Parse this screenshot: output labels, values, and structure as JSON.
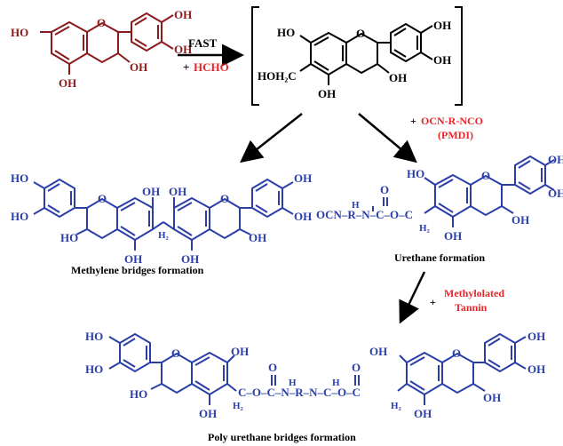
{
  "colors": {
    "red": "#8b1a1a",
    "blue": "#2b3ea8",
    "accent_red": "#e8252b",
    "black": "#000000"
  },
  "reaction1": {
    "condition_top": "FAST",
    "plus": "+",
    "reagent": "HCHO"
  },
  "reaction2": {
    "plus": "+",
    "reagent_line1": "OCN-R-NCO",
    "reagent_line2": "(PMDI)"
  },
  "reaction3": {
    "plus": "+",
    "reagent_line1": "Methylolated",
    "reagent_line2": "Tannin"
  },
  "catechin": {
    "ho_top_left": "HO",
    "oh_top_right_1": "OH",
    "oh_top_right_2": "OH",
    "oh_ring_c": "OH",
    "oh_ring_a_bottom": "OH",
    "ring_o": "O"
  },
  "intermediate": {
    "ho_left": "HO",
    "hoh2c": "HOH₂C",
    "oh_ring_a_bottom": "OH",
    "oh_ring_c": "OH",
    "oh_b1": "OH",
    "oh_b2": "OH",
    "ring_o": "O"
  },
  "methylene": {
    "ho1": "HO",
    "ho2": "HO",
    "ho3": "HO",
    "oh_a": "OH",
    "oh_b": "OH",
    "oh_c": "OH",
    "oh_d": "OH",
    "oh_e": "OH",
    "oh_f": "OH",
    "oh_g": "OH",
    "o1": "O",
    "o2": "O",
    "bridge": "H₂",
    "caption": "Methylene bridges formation"
  },
  "urethane": {
    "chain": "OCN–R–N–C–O–C",
    "nh": "H",
    "carbonyl_o": "O",
    "ch2": "H₂",
    "ho": "HO",
    "oh1": "OH",
    "oh2": "OH",
    "oh3": "OH",
    "oh4": "OH",
    "ring_o": "O",
    "caption": "Urethane formation"
  },
  "poly": {
    "chain": "C–O–C–N–R–N–C–O–C",
    "h_left": "H",
    "h_right": "H",
    "o_left": "O",
    "o_right": "O",
    "ch2_left": "H₂",
    "ch2_right": "H₂",
    "ho1": "HO",
    "ho2": "HO",
    "ho3": "HO",
    "oh1": "OH",
    "oh2": "OH",
    "oh3": "OH",
    "oh4": "OH",
    "oh5": "OH",
    "oh6": "OH",
    "oh7": "OH",
    "ring_o1": "O",
    "ring_o2": "O",
    "caption": "Poly urethane bridges formation"
  }
}
